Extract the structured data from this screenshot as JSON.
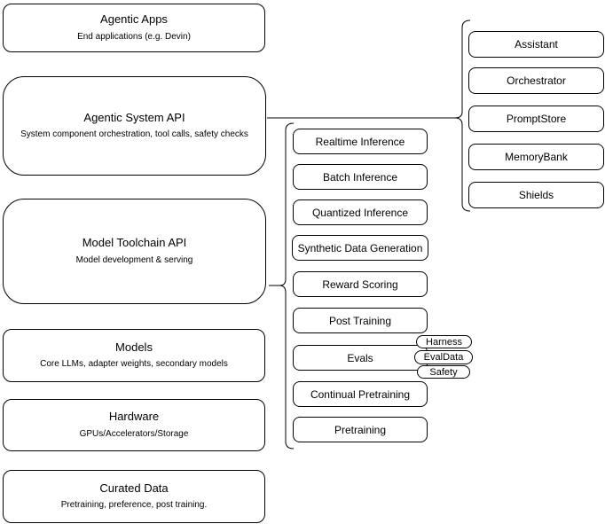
{
  "diagram": {
    "stack": [
      {
        "title": "Agentic Apps",
        "subtitle": "End applications (e.g. Devin)"
      },
      {
        "title": "Agentic System API",
        "subtitle": "System component orchestration, tool calls, safety checks"
      },
      {
        "title": "Model Toolchain API",
        "subtitle": "Model development & serving"
      },
      {
        "title": "Models",
        "subtitle": "Core LLMs, adapter weights, secondary models"
      },
      {
        "title": "Hardware",
        "subtitle": "GPUs/Accelerators/Storage"
      },
      {
        "title": "Curated Data",
        "subtitle": "Pretraining, preference, post training."
      }
    ],
    "toolchain_services": [
      "Realtime Inference",
      "Batch Inference",
      "Quantized Inference",
      "Synthetic Data Generation",
      "Reward Scoring",
      "Post Training",
      "Evals",
      "Continual Pretraining",
      "Pretraining"
    ],
    "eval_tags": [
      "Harness",
      "EvalData",
      "Safety"
    ],
    "system_components": [
      "Assistant",
      "Orchestrator",
      "PromptStore",
      "MemoryBank",
      "Shields"
    ],
    "colors": {
      "stroke": "#000000",
      "background": "#ffffff"
    }
  }
}
